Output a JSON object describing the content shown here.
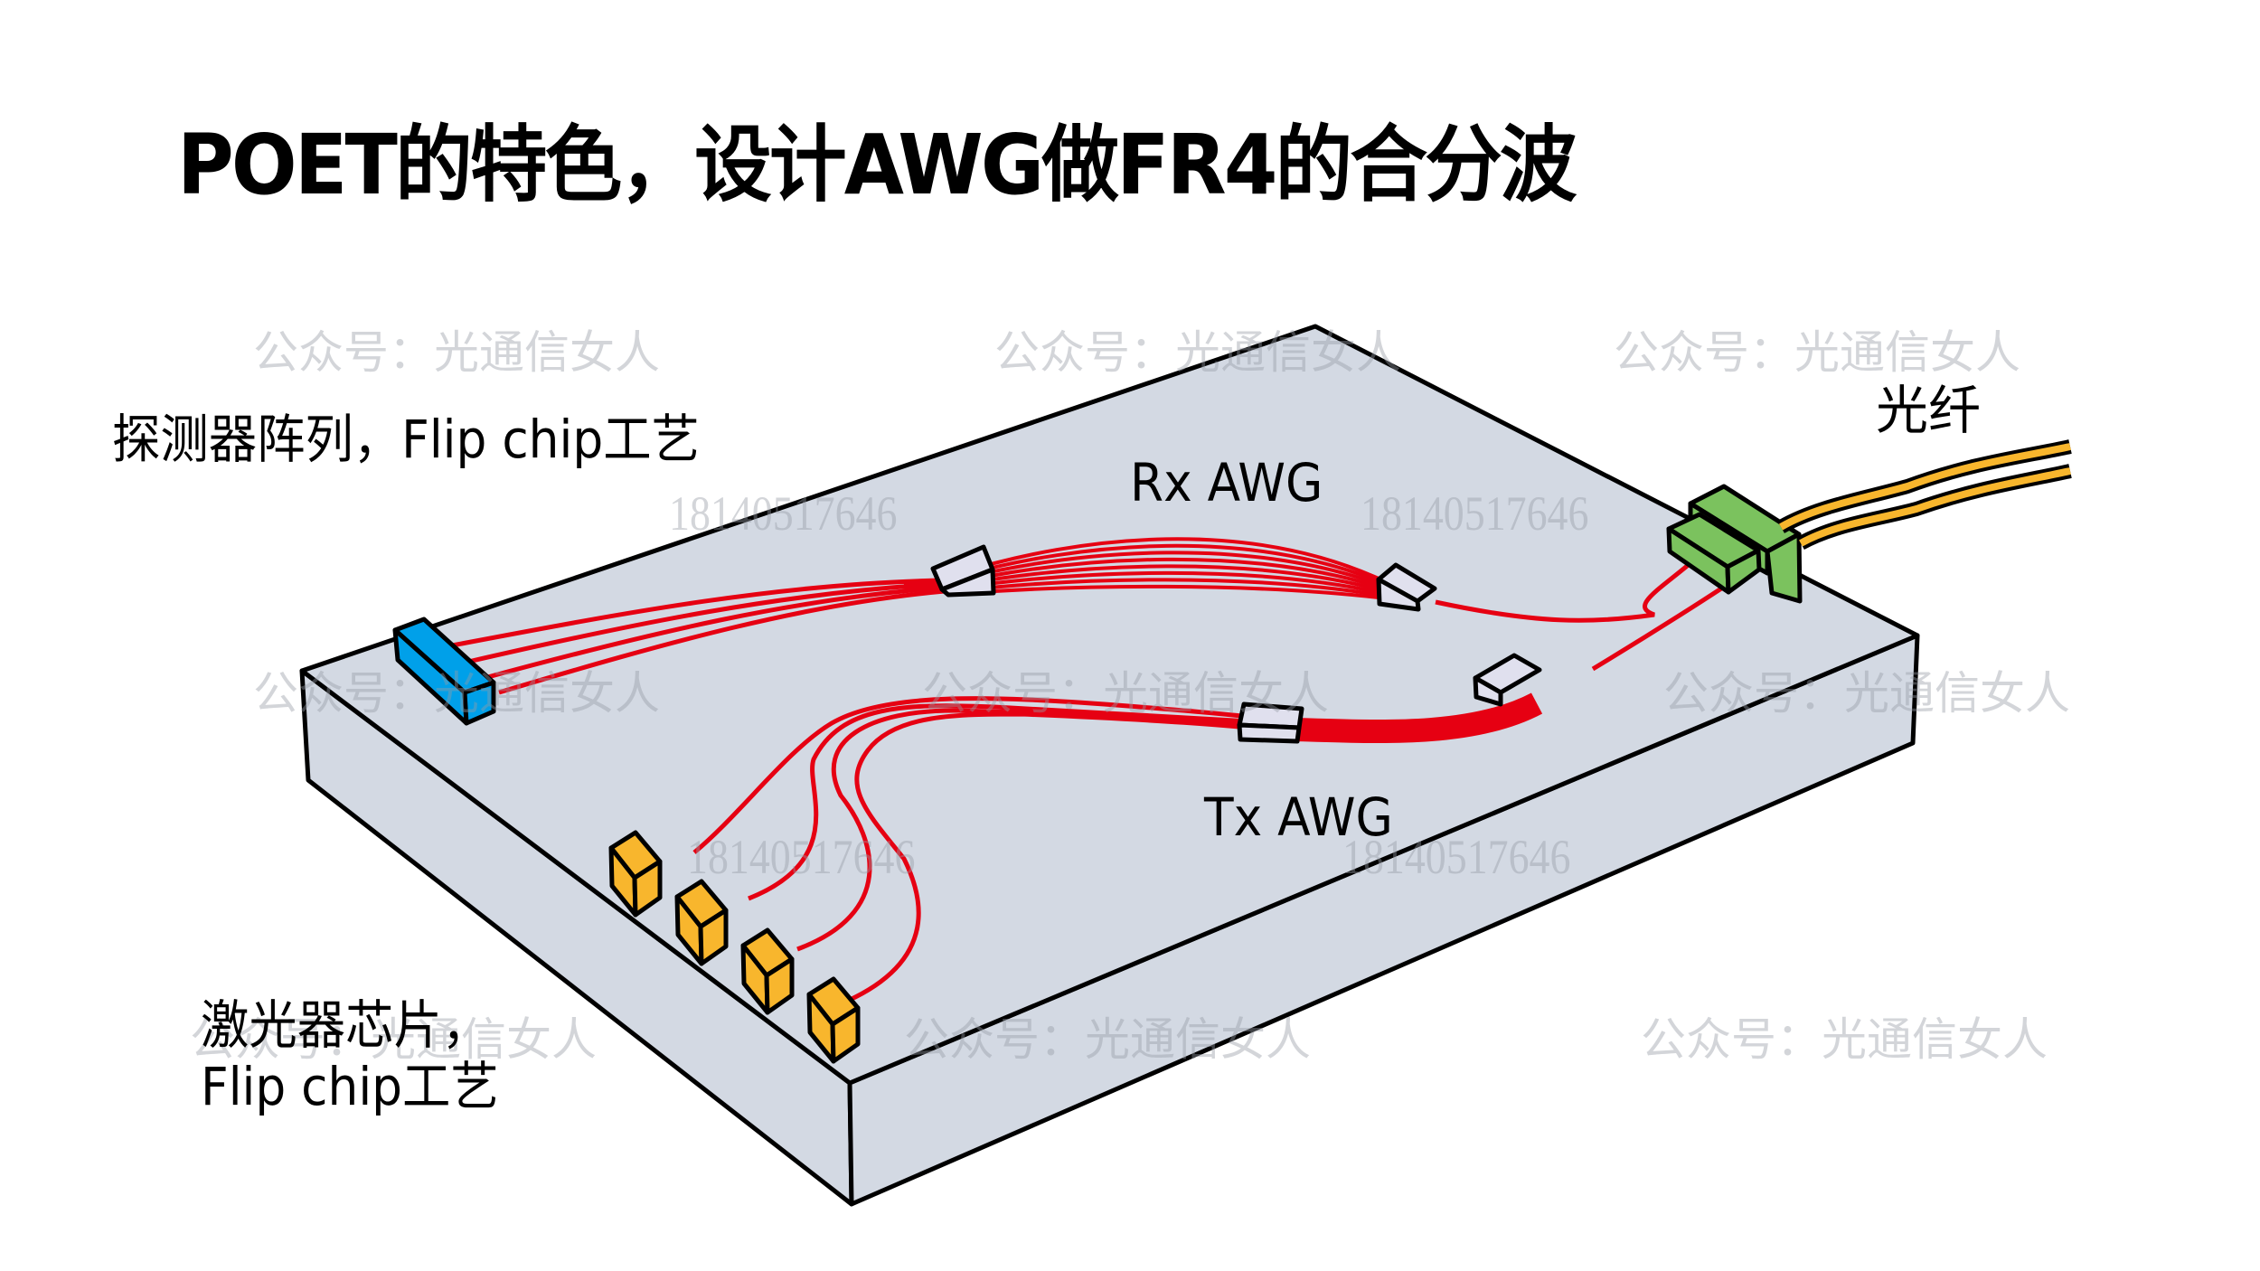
{
  "title": "POET的特色，设计AWG做FR4的合分波",
  "labels": {
    "detector_array": "探测器阵列，Flip chip工艺",
    "laser_chips_line1": "激光器芯片，",
    "laser_chips_line2": "Flip chip工艺",
    "fiber": "光纤",
    "rx_awg": "Rx AWG",
    "tx_awg": "Tx AWG"
  },
  "components": {
    "detector_array": {
      "name": "探测器阵列",
      "color": "#00A0E9",
      "waveguide_count": 4
    },
    "laser_chips": {
      "name": "激光器芯片",
      "color": "#F8B62D",
      "count": 4
    },
    "rx_awg": {
      "name": "Rx AWG",
      "color": "#E60012"
    },
    "tx_awg": {
      "name": "Tx AWG",
      "color": "#E60012"
    },
    "fiber_connector": {
      "name": "光纤",
      "color": "#7BC25E",
      "fiber_color": "#F8B62D",
      "fiber_count": 2
    },
    "substrate": {
      "color": "#D3D9E3"
    }
  },
  "watermarks": {
    "account": "公众号：光通信女人",
    "phone": "18140517646"
  }
}
